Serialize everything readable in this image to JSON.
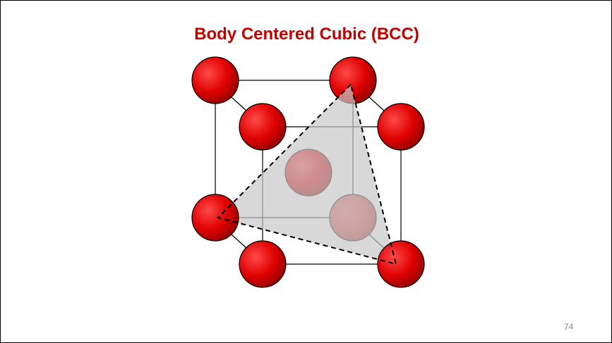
{
  "slide": {
    "title": "Body Centered Cubic (BCC)",
    "page_number": "74"
  },
  "colors": {
    "title": "#c00000",
    "atom_fill": "#e00000",
    "atom_highlight": "#ff4a4a",
    "atom_shadow": "#8a0000",
    "plane_fill": "#d3d3d3",
    "edge": "#000000"
  },
  "diagram": {
    "structure": "body-centered-cubic",
    "atoms_count": 9,
    "plane_style": "dashed triangle"
  }
}
